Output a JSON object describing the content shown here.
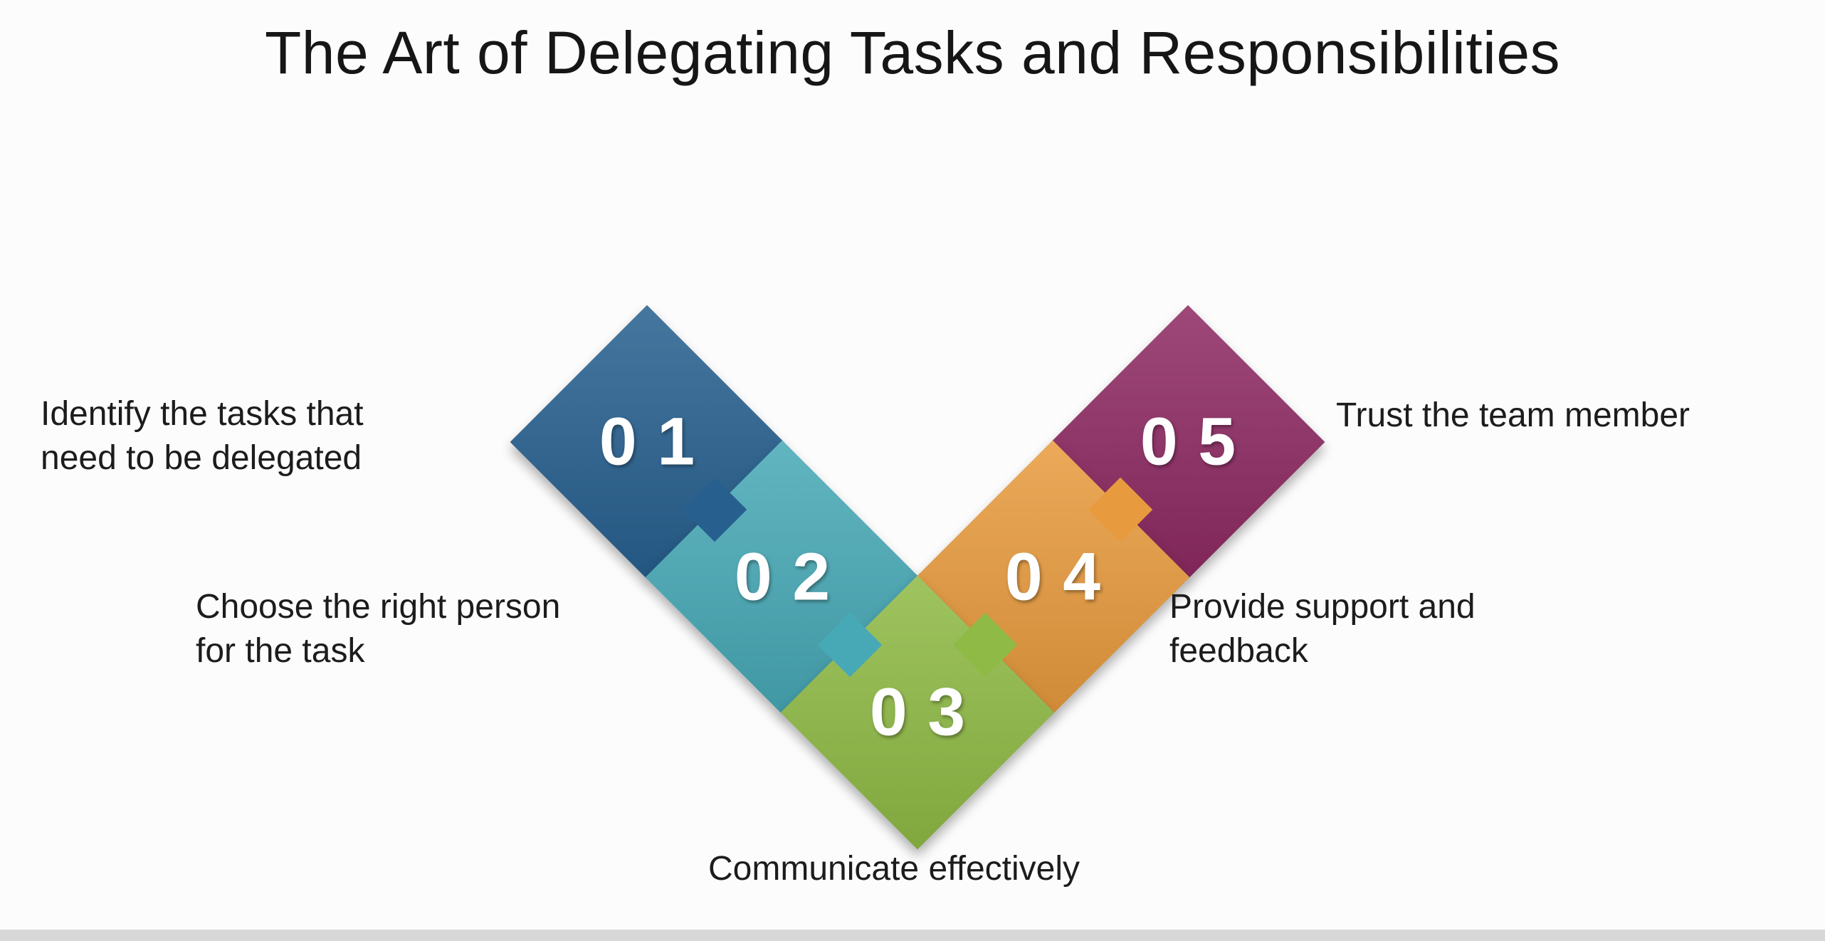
{
  "title": "The Art of Delegating Tasks and Responsibilities",
  "steps": [
    {
      "number": "01",
      "label": "Identify the tasks that need to be delegated",
      "color": "#27608f"
    },
    {
      "number": "02",
      "label": "Choose the right person for the task",
      "color": "#47a9b6"
    },
    {
      "number": "03",
      "label": "Communicate effectively",
      "color": "#8fba45"
    },
    {
      "number": "04",
      "label": "Provide support and feedback",
      "color": "#e89b3e"
    },
    {
      "number": "05",
      "label": "Trust the team member",
      "color": "#8e2a63"
    }
  ]
}
